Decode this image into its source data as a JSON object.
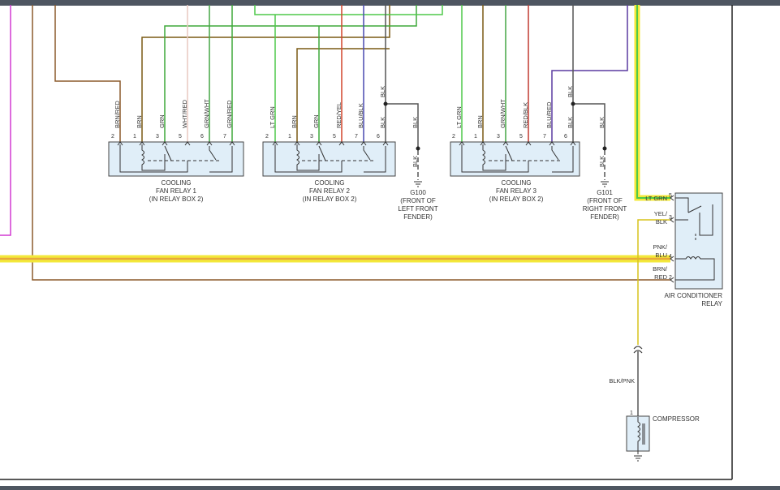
{
  "colors": {
    "brn_red": "#8b5a2b",
    "brn": "#7a5a14",
    "grn": "#3fa93a",
    "lt_grn": "#4fc94a",
    "wht_red": "#e8c9c0",
    "grn_wht": "#45a545",
    "red_yel": "#d2452c",
    "blu_blk": "#4a4ab0",
    "blk": "#555555",
    "red_blk": "#c03a30",
    "blu_red": "#5a3aa0",
    "violet": "#5a2fae",
    "magenta": "#d23ad2",
    "yel_blk": "#d7c31c",
    "highlight": "#f3e83a",
    "relay_fill": "#e0eef8"
  },
  "relays": {
    "relay1": {
      "pin_labels": [
        "BRN/RED",
        "BRN",
        "GRN",
        "WHT/RED",
        "GRN/WHT",
        "GRN/RED"
      ],
      "pins": [
        "2",
        "1",
        "3",
        "5",
        "6",
        "7"
      ],
      "caption": [
        "COOLING",
        "FAN RELAY 1",
        "(IN RELAY BOX 2)"
      ]
    },
    "relay2": {
      "pin_labels": [
        "LT GRN",
        "BRN",
        "GRN",
        "RED/YEL",
        "BLU/BLK",
        "BLK"
      ],
      "pins": [
        "2",
        "1",
        "3",
        "5",
        "7",
        "6"
      ],
      "caption": [
        "COOLING",
        "FAN RELAY 2",
        "(IN RELAY BOX 2)"
      ]
    },
    "relay3": {
      "pin_labels": [
        "LT GRN",
        "BRN",
        "GRN/WHT",
        "RED/BLK",
        "BLU/RED",
        "BLK"
      ],
      "pins": [
        "2",
        "1",
        "3",
        "5",
        "7",
        "6"
      ],
      "caption": [
        "COOLING",
        "FAN RELAY 3",
        "(IN RELAY BOX 2)"
      ]
    }
  },
  "grounds": {
    "g100": {
      "wire_labels": [
        "BLK",
        "BLK",
        "BLK"
      ],
      "caption": [
        "G100",
        "(FRONT OF",
        "LEFT FRONT",
        "FENDER)"
      ]
    },
    "g101": {
      "wire_labels": [
        "BLK",
        "BLK",
        "BLK"
      ],
      "caption": [
        "G101",
        "(FRONT OF",
        "RIGHT FRONT",
        "FENDER)"
      ]
    }
  },
  "ac_relay": {
    "caption": [
      "AIR CONDITIONER",
      "RELAY"
    ],
    "wires": [
      {
        "label": [
          "LT GRN"
        ],
        "pin": "5"
      },
      {
        "label": [
          "YEL/",
          "BLK"
        ],
        "pin": "3"
      },
      {
        "label": [
          "PNK/",
          "BLU"
        ],
        "pin": "4"
      },
      {
        "label": [
          "BRN/",
          "RED"
        ],
        "pin": "2"
      }
    ]
  },
  "compressor": {
    "wire_label": "BLK/PNK",
    "pin": "1",
    "caption": "COMPRESSOR"
  }
}
